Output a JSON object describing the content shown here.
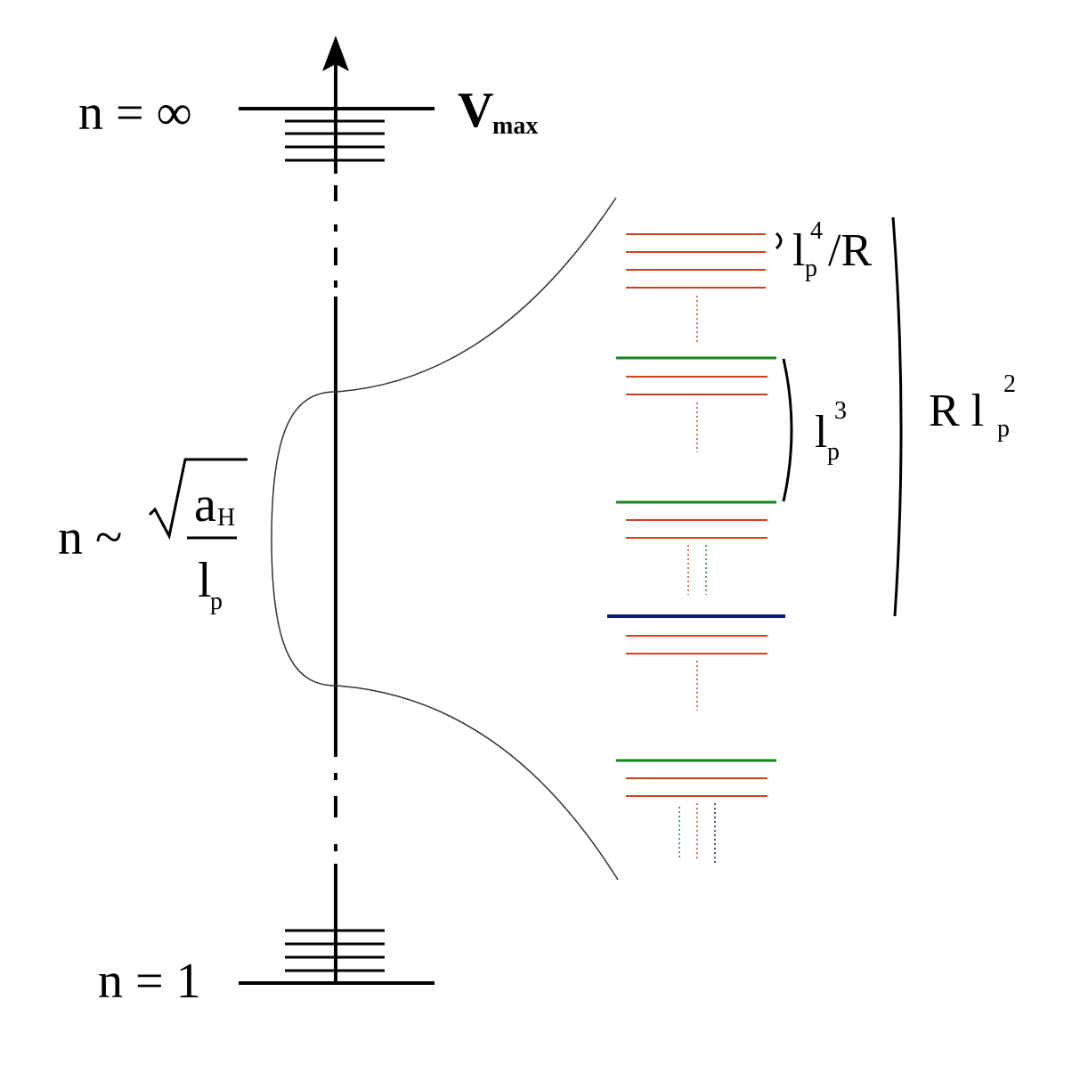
{
  "labels": {
    "n_infinity": "n = ∞",
    "n_one": "n = 1",
    "vmax_main": "V",
    "vmax_sub": "max",
    "n_tilde": "n ~",
    "sqrt_num_main": "a",
    "sqrt_num_sub": "H",
    "sqrt_den_main": "l",
    "sqrt_den_sub": "p",
    "fine_main": "l",
    "fine_sub": "p",
    "fine_sup": "4",
    "fine_rest": "/R",
    "mid_main": "l",
    "mid_sub": "p",
    "mid_sup": "3",
    "big_R": "R l",
    "big_sub": "p",
    "big_sup": "2"
  },
  "colors": {
    "axis": "#000000",
    "red_level": "#d2401e",
    "green_level": "#16861e",
    "blue_level": "#0d1a7a",
    "outline": "#333333"
  }
}
